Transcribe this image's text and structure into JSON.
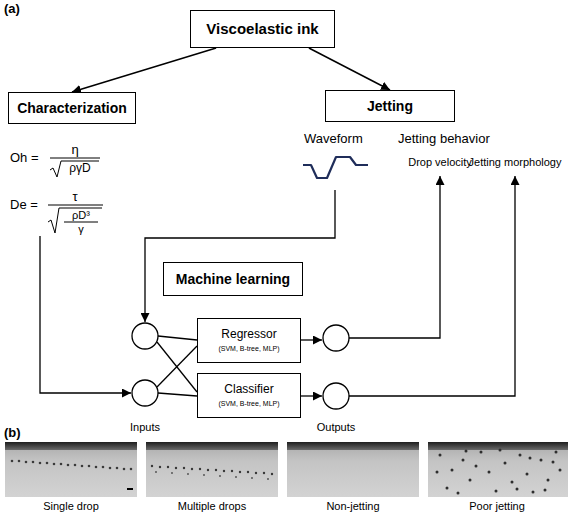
{
  "diagram": {
    "nodes": [
      {
        "text": [
          "Viscoelastic ink"
        ]
      },
      {
        "text": [
          "Characterization"
        ]
      },
      {
        "text": [
          "Jetting"
        ]
      },
      {
        "text": [
          "Machine learning"
        ]
      },
      {
        "text": [
          "Regressor",
          "(SVM, B-tree, MLP)"
        ]
      },
      {
        "text": [
          "Classifier",
          "(SVM, B-tree, MLP)"
        ]
      }
    ],
    "edges": [
      {
        "from": 0,
        "to": 1,
        "arrow": "to"
      },
      {
        "from": 0,
        "to": 2,
        "arrow": "to"
      }
    ],
    "labels": [
      "(a)",
      "Oh =",
      "η",
      "ργD",
      "De =",
      "τ",
      "ρD³",
      "γ",
      "Waveform",
      "Jetting behavior",
      "Drop velocity",
      "Jetting morphology",
      "Inputs",
      "Outputs",
      "(b)",
      "Single drop",
      "Multiple drops",
      "Non-jetting",
      "Poor jetting"
    ]
  }
}
